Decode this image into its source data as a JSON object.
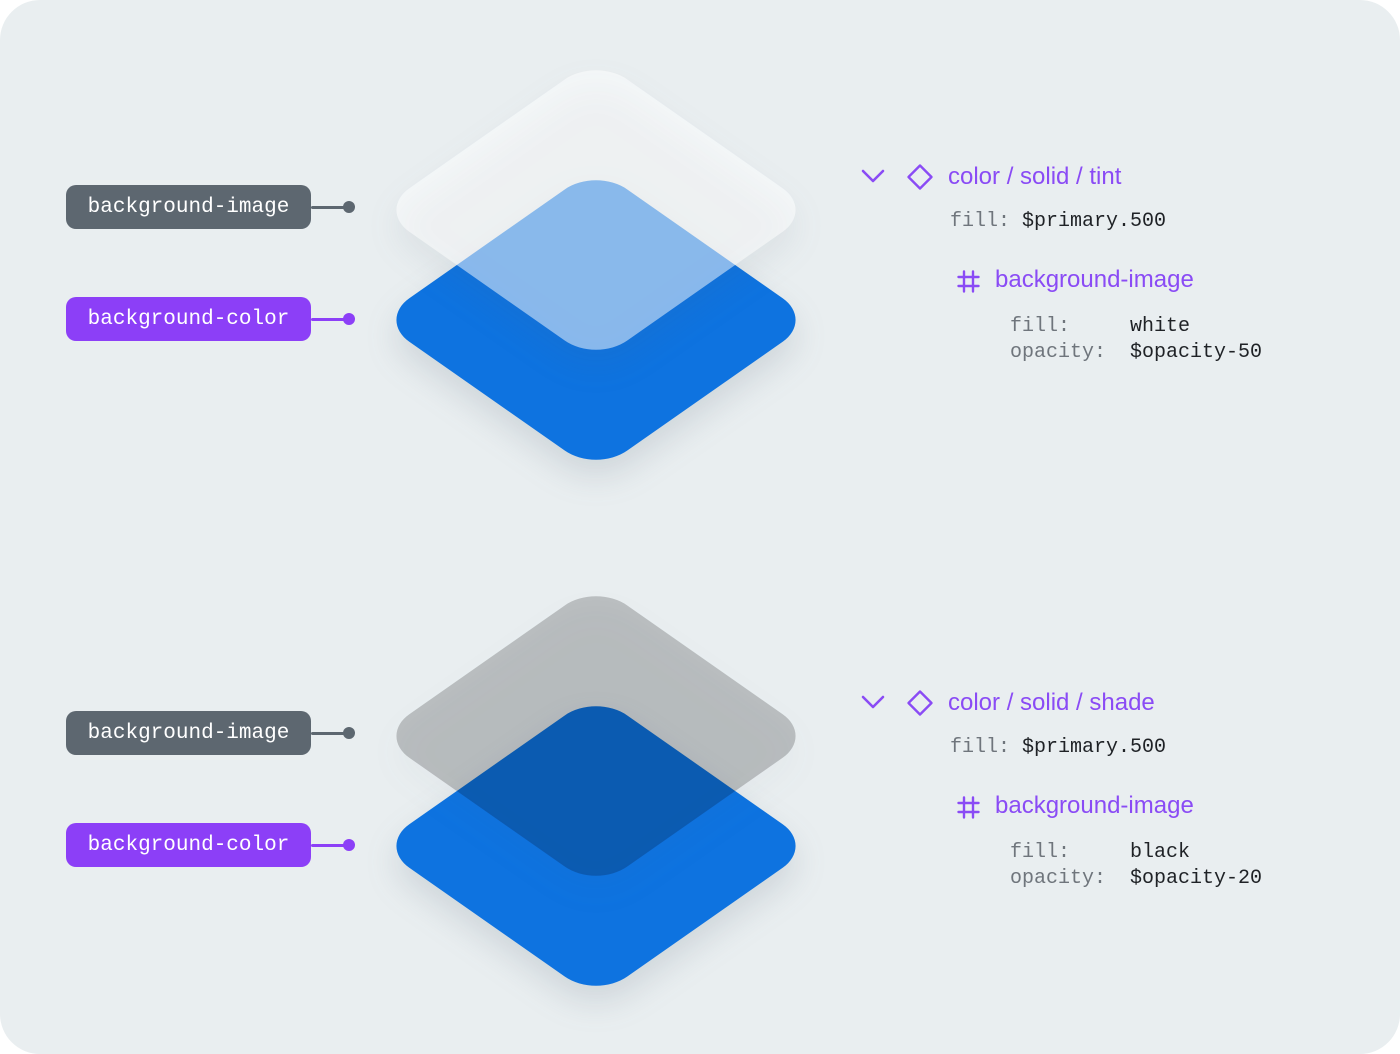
{
  "colors": {
    "card_background": "#e9eef0",
    "primary_blue": "#0e73e0",
    "accent_purple_text": "#8a4bf5",
    "pill_purple": "#8c3ff7",
    "pill_gray": "#5d6770",
    "code_label_gray": "#6f757c",
    "code_value_dark": "#1f2226",
    "tint_overlay": "rgba(255,255,255,0.5)",
    "shade_overlay": "rgba(0,0,0,0.2)"
  },
  "sections": [
    {
      "id": "tint",
      "pills": [
        {
          "label": "background-image"
        },
        {
          "label": "background-color"
        }
      ],
      "panel": {
        "title": "color / solid / tint",
        "fill_label": "fill:",
        "fill_value": "$primary.500",
        "child_name": "background-image",
        "props": [
          {
            "label": "fill:",
            "value": "white"
          },
          {
            "label": "opacity:",
            "value": "$opacity-50"
          }
        ]
      }
    },
    {
      "id": "shade",
      "pills": [
        {
          "label": "background-image"
        },
        {
          "label": "background-color"
        }
      ],
      "panel": {
        "title": "color / solid / shade",
        "fill_label": "fill:",
        "fill_value": "$primary.500",
        "child_name": "background-image",
        "props": [
          {
            "label": "fill:",
            "value": "black"
          },
          {
            "label": "opacity:",
            "value": "$opacity-20"
          }
        ]
      }
    }
  ]
}
